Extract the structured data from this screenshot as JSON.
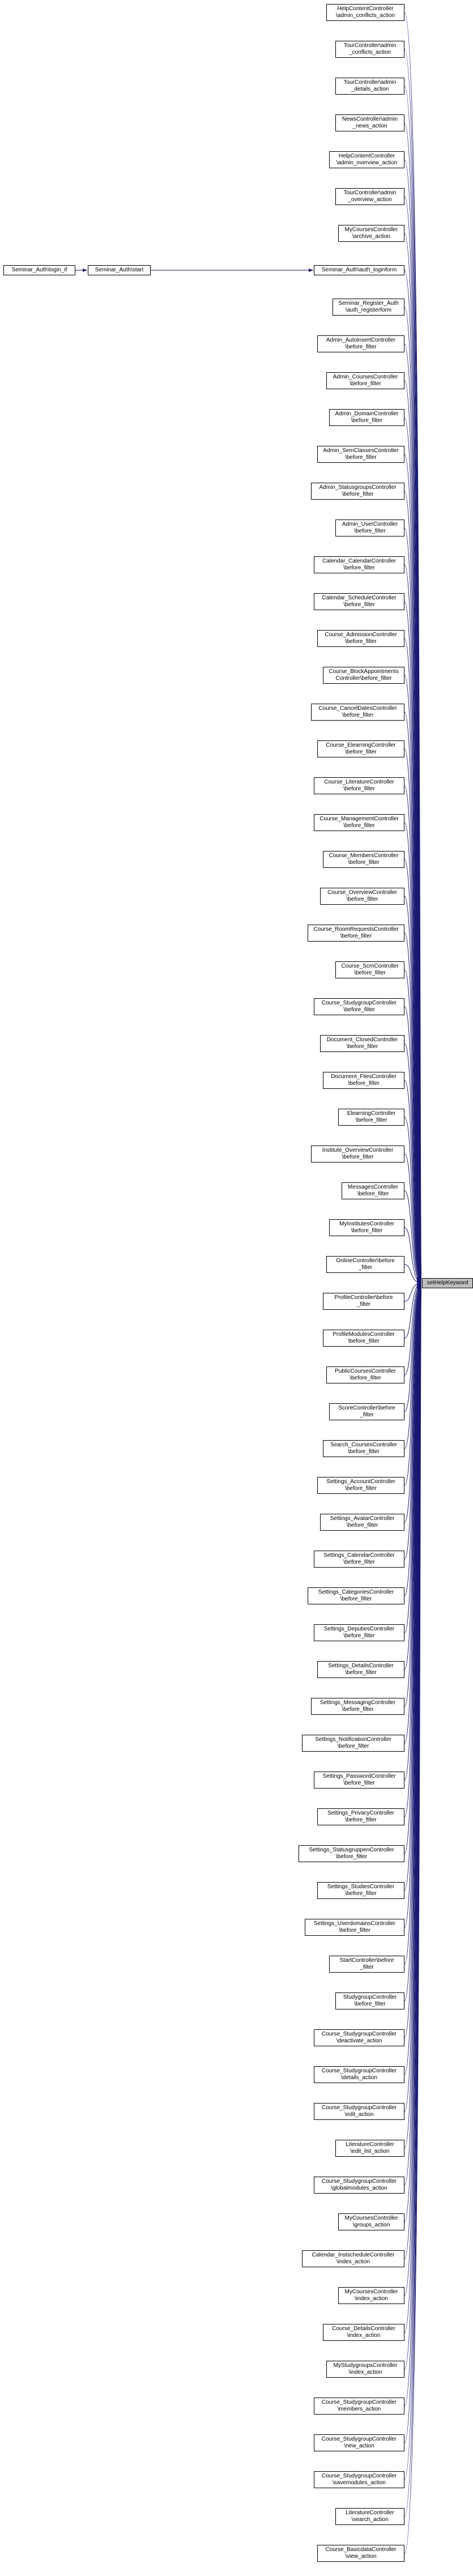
{
  "diagram": {
    "type": "doxygen-caller-graph",
    "target_function": "setHelpKeyword",
    "colors": {
      "edge": "#191970",
      "node_bg": "#ffffff",
      "node_border": "#000000",
      "target_bg": "#bfbfbf",
      "text": "#000000"
    },
    "chain": [
      {
        "lines": [
          "Seminar_Auth\\login_if"
        ]
      },
      {
        "lines": [
          "Seminar_Auth\\start"
        ]
      }
    ],
    "chain_edges": [
      [
        "Seminar_Auth\\login_if",
        "Seminar_Auth\\start"
      ],
      [
        "Seminar_Auth\\start",
        "Seminar_Auth\\auth_loginform"
      ]
    ],
    "callers_connect_to": "setHelpKeyword",
    "callers": [
      {
        "lines": [
          "HelpContentController",
          "\\admin_conflicts_action"
        ]
      },
      {
        "lines": [
          "TourController\\admin",
          "_conflicts_action"
        ]
      },
      {
        "lines": [
          "TourController\\admin",
          "_details_action"
        ]
      },
      {
        "lines": [
          "NewsController\\admin",
          "_news_action"
        ]
      },
      {
        "lines": [
          "HelpContentController",
          "\\admin_overview_action"
        ]
      },
      {
        "lines": [
          "TourController\\admin",
          "_overview_action"
        ]
      },
      {
        "lines": [
          "MyCoursesController",
          "\\archive_action"
        ]
      },
      {
        "lines": [
          "Seminar_Auth\\auth_loginform"
        ]
      },
      {
        "lines": [
          "Seminar_Register_Auth",
          "\\auth_registerform"
        ]
      },
      {
        "lines": [
          "Admin_AutoinsertController",
          "\\before_filter"
        ]
      },
      {
        "lines": [
          "Admin_CoursesController",
          "\\before_filter"
        ]
      },
      {
        "lines": [
          "Admin_DomainController",
          "\\before_filter"
        ]
      },
      {
        "lines": [
          "Admin_SemClassesController",
          "\\before_filter"
        ]
      },
      {
        "lines": [
          "Admin_StatusgroupsController",
          "\\before_filter"
        ]
      },
      {
        "lines": [
          "Admin_UserController",
          "\\before_filter"
        ]
      },
      {
        "lines": [
          "Calendar_CalendarController",
          "\\before_filter"
        ]
      },
      {
        "lines": [
          "Calendar_ScheduleController",
          "\\before_filter"
        ]
      },
      {
        "lines": [
          "Course_AdmissionController",
          "\\before_filter"
        ]
      },
      {
        "lines": [
          "Course_BlockAppointments",
          "Controller\\before_filter"
        ]
      },
      {
        "lines": [
          "Course_CancelDatesController",
          "\\before_filter"
        ]
      },
      {
        "lines": [
          "Course_ElearningController",
          "\\before_filter"
        ]
      },
      {
        "lines": [
          "Course_LiteratureController",
          "\\before_filter"
        ]
      },
      {
        "lines": [
          "Course_ManagementController",
          "\\before_filter"
        ]
      },
      {
        "lines": [
          "Course_MembersController",
          "\\before_filter"
        ]
      },
      {
        "lines": [
          "Course_OverviewController",
          "\\before_filter"
        ]
      },
      {
        "lines": [
          "Course_RoomRequestsController",
          "\\before_filter"
        ]
      },
      {
        "lines": [
          "Course_ScmController",
          "\\before_filter"
        ]
      },
      {
        "lines": [
          "Course_StudygroupController",
          "\\before_filter"
        ]
      },
      {
        "lines": [
          "Document_ClosedController",
          "\\before_filter"
        ]
      },
      {
        "lines": [
          "Document_FilesController",
          "\\before_filter"
        ]
      },
      {
        "lines": [
          "ElearningController",
          "\\before_filter"
        ]
      },
      {
        "lines": [
          "Institute_OverviewController",
          "\\before_filter"
        ]
      },
      {
        "lines": [
          "MessagesController",
          "\\before_filter"
        ]
      },
      {
        "lines": [
          "MyInstitutesController",
          "\\before_filter"
        ]
      },
      {
        "lines": [
          "OnlineController\\before",
          "_filter"
        ]
      },
      {
        "lines": [
          "ProfileController\\before",
          "_filter"
        ]
      },
      {
        "lines": [
          "ProfileModulesController",
          "\\before_filter"
        ]
      },
      {
        "lines": [
          "PublicCoursesController",
          "\\before_filter"
        ]
      },
      {
        "lines": [
          "ScoreController\\before",
          "_filter"
        ]
      },
      {
        "lines": [
          "Search_CoursesController",
          "\\before_filter"
        ]
      },
      {
        "lines": [
          "Settings_AccountController",
          "\\before_filter"
        ]
      },
      {
        "lines": [
          "Settings_AvatarController",
          "\\before_filter"
        ]
      },
      {
        "lines": [
          "Settings_CalendarController",
          "\\before_filter"
        ]
      },
      {
        "lines": [
          "Settings_CategoriesController",
          "\\before_filter"
        ]
      },
      {
        "lines": [
          "Settings_DeputiesController",
          "\\before_filter"
        ]
      },
      {
        "lines": [
          "Settings_DetailsController",
          "\\before_filter"
        ]
      },
      {
        "lines": [
          "Settings_MessagingController",
          "\\before_filter"
        ]
      },
      {
        "lines": [
          "Settings_NotificationController",
          "\\before_filter"
        ]
      },
      {
        "lines": [
          "Settings_PasswordController",
          "\\before_filter"
        ]
      },
      {
        "lines": [
          "Settings_PrivacyController",
          "\\before_filter"
        ]
      },
      {
        "lines": [
          "Settings_StatusgruppenController",
          "\\before_filter"
        ]
      },
      {
        "lines": [
          "Settings_StudiesController",
          "\\before_filter"
        ]
      },
      {
        "lines": [
          "Settings_UserdomainsController",
          "\\before_filter"
        ]
      },
      {
        "lines": [
          "StartController\\before",
          "_filter"
        ]
      },
      {
        "lines": [
          "StudygroupController",
          "\\before_filter"
        ]
      },
      {
        "lines": [
          "Course_StudygroupController",
          "\\deactivate_action"
        ]
      },
      {
        "lines": [
          "Course_StudygroupController",
          "\\details_action"
        ]
      },
      {
        "lines": [
          "Course_StudygroupController",
          "\\edit_action"
        ]
      },
      {
        "lines": [
          "LiteratureController",
          "\\edit_list_action"
        ]
      },
      {
        "lines": [
          "Course_StudygroupController",
          "\\globalmodules_action"
        ]
      },
      {
        "lines": [
          "MyCoursesController",
          "\\groups_action"
        ]
      },
      {
        "lines": [
          "Calendar_InstscheduleController",
          "\\index_action"
        ]
      },
      {
        "lines": [
          "MyCoursesController",
          "\\index_action"
        ]
      },
      {
        "lines": [
          "Course_DetailsController",
          "\\index_action"
        ]
      },
      {
        "lines": [
          "MyStudygroupsController",
          "\\index_action"
        ]
      },
      {
        "lines": [
          "Course_StudygroupController",
          "\\members_action"
        ]
      },
      {
        "lines": [
          "Course_StudygroupController",
          "\\new_action"
        ]
      },
      {
        "lines": [
          "Course_StudygroupController",
          "\\savemodules_action"
        ]
      },
      {
        "lines": [
          "LiteratureController",
          "\\search_action"
        ]
      },
      {
        "lines": [
          "Course_BasicdataController",
          "\\view_action"
        ]
      }
    ],
    "target": {
      "lines": [
        "setHelpKeyword"
      ]
    }
  }
}
